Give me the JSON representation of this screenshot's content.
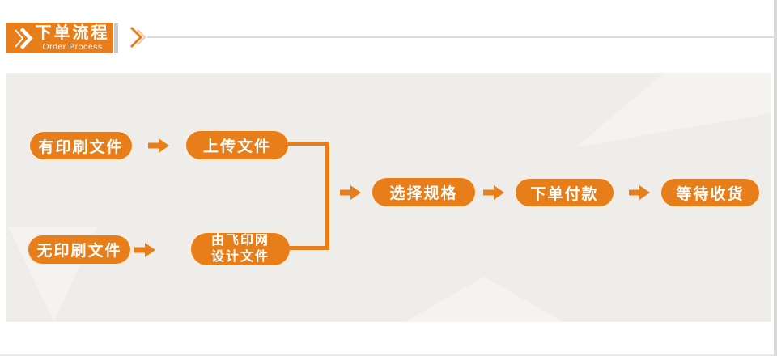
{
  "header": {
    "title": "下单流程",
    "subtitle": "Order Process"
  },
  "flow": {
    "step_has_file": "有印刷文件",
    "step_upload": "上传文件",
    "step_no_file": "无印刷文件",
    "step_design_line1": "由飞印网",
    "step_design_line2": "设计文件",
    "step_spec": "选择规格",
    "step_pay": "下单付款",
    "step_receive": "等待收货"
  },
  "colors": {
    "accent": "#e87e1a",
    "accent_soft": "#f4c9a4",
    "panel_bg": "#eeedea",
    "panel_shape": "#f4f3f0",
    "divider": "#c9c9c9",
    "rule_line": "#dcdcdc",
    "page_edge": "#d9d9d9",
    "text_on_accent": "#ffffff"
  }
}
